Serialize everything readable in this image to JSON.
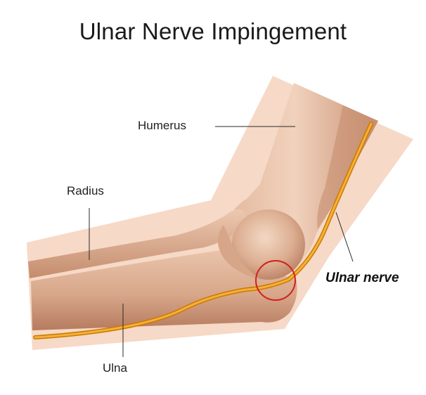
{
  "title": "Ulnar Nerve Impingement",
  "labels": {
    "humerus": "Humerus",
    "radius": "Radius",
    "ulna": "Ulna",
    "ulnar_nerve": "Ulnar nerve"
  },
  "colors": {
    "skin": "#f6d9c6",
    "bone_light": "#ecc9b0",
    "bone_mid": "#d9a98a",
    "bone_dark": "#c48b6b",
    "bone_shadow": "#a9735a",
    "nerve": "#f0a020",
    "nerve_outline": "#c97a00",
    "impingement_circle": "#d21f1f",
    "leader_line": "#2a2a2a"
  }
}
